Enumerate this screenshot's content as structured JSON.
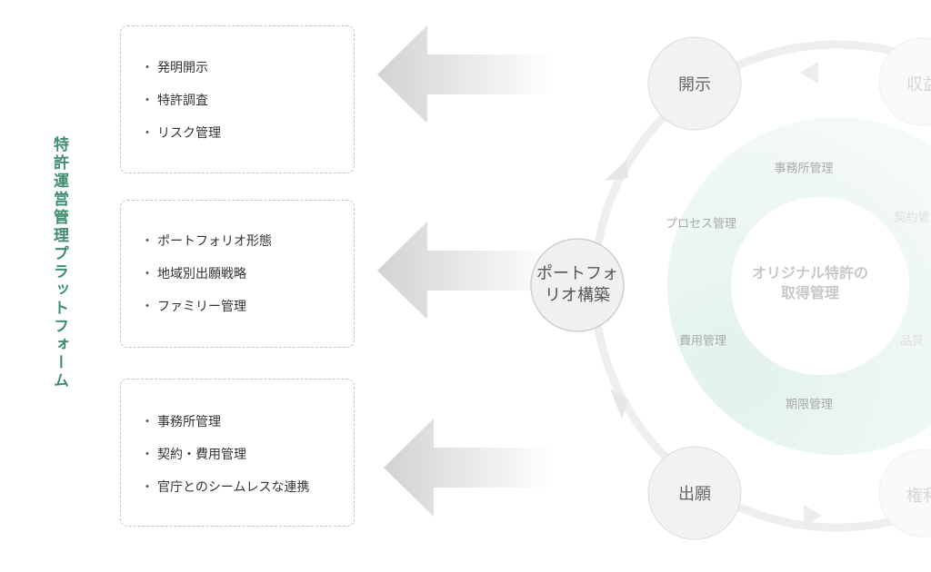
{
  "sidebar": {
    "title": "特許運営管理プラットフォーム"
  },
  "boxes": [
    {
      "items": [
        "発明開示",
        "特許調査",
        "リスク管理"
      ]
    },
    {
      "items": [
        "ポートフォリオ形態",
        "地域別出願戦略",
        "ファミリー管理"
      ]
    },
    {
      "items": [
        "事務所管理",
        "契約・費用管理",
        "官庁とのシームレスな連携"
      ]
    }
  ],
  "cycle": {
    "nodes": {
      "top": "開示",
      "middle": "ポートフォリオ構築",
      "bottom": "出願",
      "top_right": "収益",
      "bottom_right": "権利"
    },
    "inner": {
      "top": "事務所管理",
      "left_top": "プロセス管理",
      "left_bottom": "費用管理",
      "bottom": "期限管理",
      "right_top": "契約管",
      "right_bottom": "品質"
    },
    "center": "オリジナル特許の取得管理"
  },
  "colors": {
    "accent": "#3f8f6f",
    "ring": "#e6f4ef"
  }
}
